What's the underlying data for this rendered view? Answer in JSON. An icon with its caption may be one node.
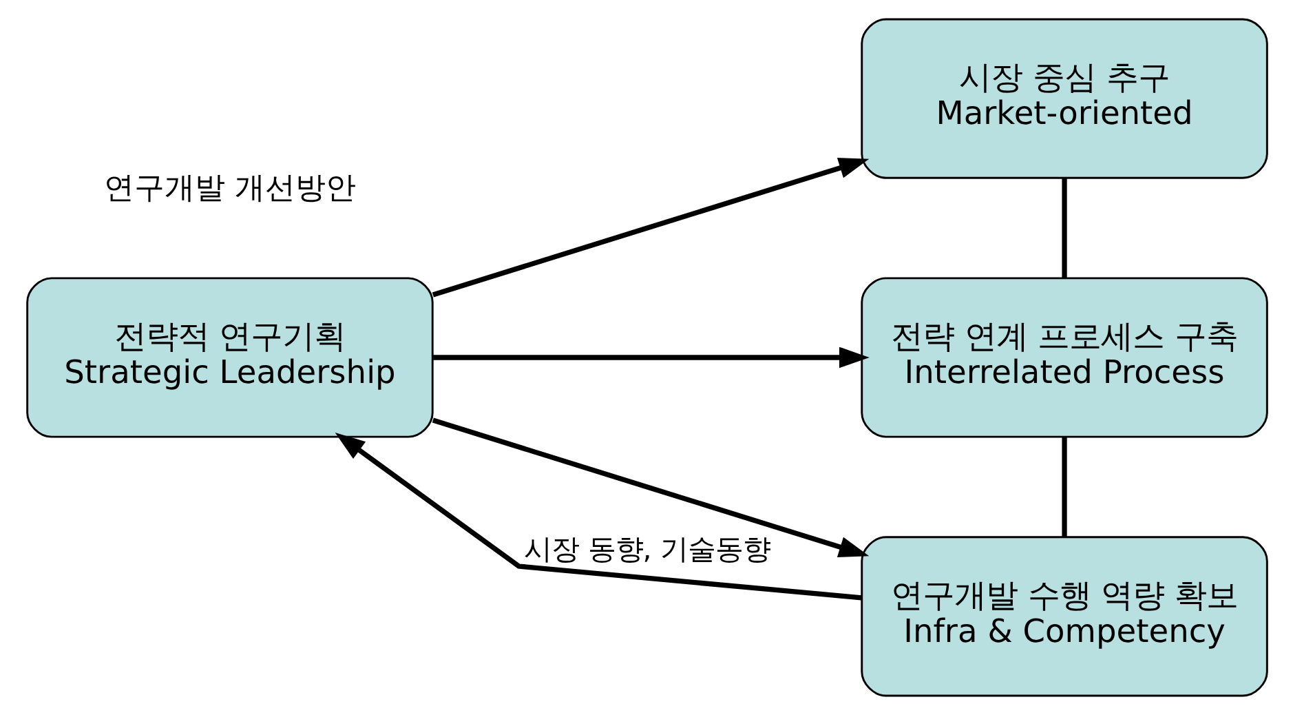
{
  "diagram": {
    "nodes": [
      {
        "text": [
          "전략적 연구기획",
          "Strategic Leadership"
        ]
      },
      {
        "text": [
          "시장 중심 추구",
          "Market-oriented"
        ]
      },
      {
        "text": [
          "전략 연계 프로세스 구축",
          "Interrelated Process"
        ]
      },
      {
        "text": [
          "연구개발 수행 역량 확보",
          "Infra & Competency"
        ]
      }
    ],
    "edges": [
      {
        "from": 0,
        "to": 1,
        "arrow": "to"
      },
      {
        "from": 0,
        "to": 2,
        "arrow": "to"
      },
      {
        "from": 0,
        "to": 3,
        "arrow": "to"
      },
      {
        "from": 1,
        "to": 2,
        "arrow": "none"
      },
      {
        "from": 2,
        "to": 3,
        "arrow": "none"
      },
      {
        "from": 3,
        "to": 0,
        "arrow": "to",
        "label": "시장 동향, 기술동향"
      }
    ],
    "labels": [
      "연구개발 개선방안"
    ]
  }
}
